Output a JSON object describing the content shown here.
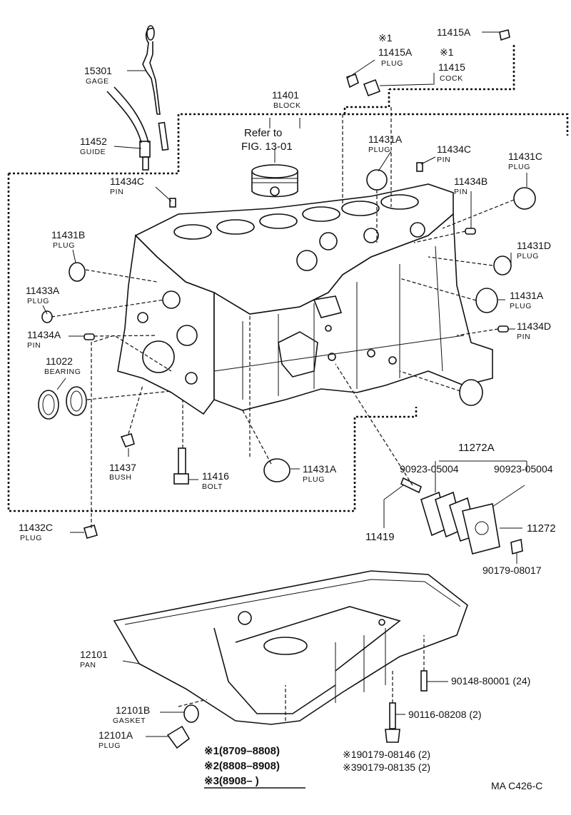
{
  "parts": {
    "p15301": {
      "num": "15301",
      "name": "GAGE"
    },
    "p11452": {
      "num": "11452",
      "name": "GUIDE"
    },
    "p11401": {
      "num": "11401",
      "name": "BLOCK"
    },
    "refer": {
      "line1": "Refer to",
      "line2": "FIG. 13-01"
    },
    "p11415A_top": {
      "num": "11415A"
    },
    "note1_a": {
      "mark": "※1",
      "num": "11415A",
      "name": "PLUG"
    },
    "note1_b": {
      "mark": "※1",
      "num": "11415",
      "name": "COCK"
    },
    "p11431A_top": {
      "num": "11431A",
      "name": "PLUG"
    },
    "p11434C_right": {
      "num": "11434C",
      "name": "PIN"
    },
    "p11431C": {
      "num": "11431C",
      "name": "PLUG"
    },
    "p11434C_left": {
      "num": "11434C",
      "name": "PIN"
    },
    "p11434B": {
      "num": "11434B",
      "name": "PIN"
    },
    "p11431B": {
      "num": "11431B",
      "name": "PLUG"
    },
    "p11431D": {
      "num": "11431D",
      "name": "PLUG"
    },
    "p11433A": {
      "num": "11433A",
      "name": "PLUG"
    },
    "p11431A_right": {
      "num": "11431A",
      "name": "PLUG"
    },
    "p11434A": {
      "num": "11434A",
      "name": "PIN"
    },
    "p11434D": {
      "num": "11434D",
      "name": "PIN"
    },
    "p11022": {
      "num": "11022",
      "name": "BEARING"
    },
    "p11437": {
      "num": "11437",
      "name": "BUSH"
    },
    "p11416": {
      "num": "11416",
      "name": "BOLT"
    },
    "p11431A_bottom": {
      "num": "11431A",
      "name": "PLUG"
    },
    "p11272A": {
      "num": "11272A"
    },
    "p90923_a": {
      "num": "90923-05004"
    },
    "p90923_b": {
      "num": "90923-05004"
    },
    "p11419": {
      "num": "11419"
    },
    "p11272": {
      "num": "11272"
    },
    "p90179_08017": {
      "num": "90179-08017"
    },
    "p11432C": {
      "num": "11432C",
      "name": "PLUG"
    },
    "p12101": {
      "num": "12101",
      "name": "PAN"
    },
    "p90148": {
      "num": "90148-80001 (24)"
    },
    "p90116": {
      "num": "90116-08208 (2)"
    },
    "p12101B": {
      "num": "12101B",
      "name": "GASKET"
    },
    "p12101A": {
      "num": "12101A",
      "name": "PLUG"
    },
    "p90179_08146": {
      "num": "※190179-08146 (2)"
    },
    "p90179_08135": {
      "num": "※390179-08135 (2)"
    }
  },
  "legend": {
    "row1": "※1(8709–8808)",
    "row2": "※2(8808–8908)",
    "row3": "※3(8908–      )"
  },
  "footer": {
    "code": "MA  C426-C"
  }
}
